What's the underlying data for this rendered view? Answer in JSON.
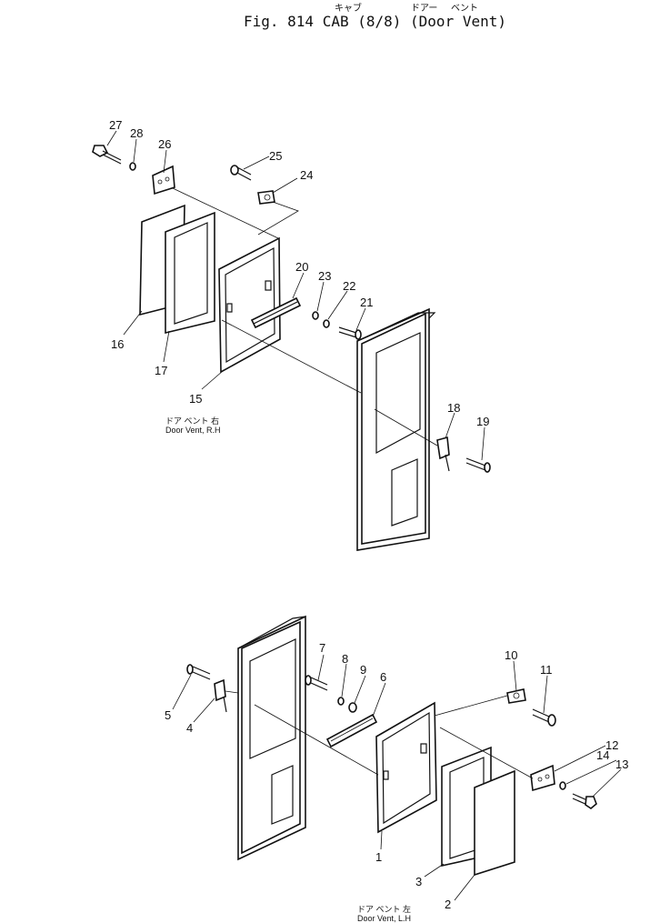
{
  "title": {
    "fig": "Fig. 814",
    "text": "CAB (8/8) (Door Vent)",
    "kana_cab": "キャブ",
    "kana_door": "ドアー",
    "kana_vent": "ベント"
  },
  "captions": {
    "rh_jp": "ドア ベント 右",
    "rh_en": "Door Vent, R.H",
    "lh_jp": "ドア ベント 左",
    "lh_en": "Door Vent, L.H"
  },
  "callouts": {
    "c1": "1",
    "c2": "2",
    "c3": "3",
    "c4": "4",
    "c5": "5",
    "c6": "6",
    "c7": "7",
    "c8": "8",
    "c9": "9",
    "c10": "10",
    "c11": "11",
    "c12": "12",
    "c13": "13",
    "c14": "14",
    "c15": "15",
    "c16": "16",
    "c17": "17",
    "c18": "18",
    "c19": "19",
    "c20": "20",
    "c21": "21",
    "c22": "22",
    "c23": "23",
    "c24": "24",
    "c25": "25",
    "c26": "26",
    "c27": "27",
    "c28": "28"
  }
}
